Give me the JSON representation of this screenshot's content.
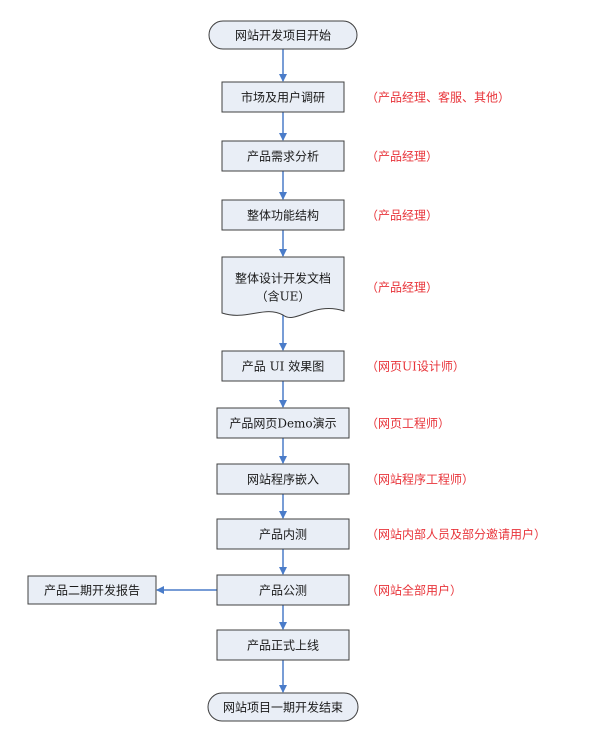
{
  "colors": {
    "box_fill": "#e9eef6",
    "box_stroke": "#404040",
    "arrow": "#4a7cc9",
    "role_text": "#e8343a"
  },
  "steps": [
    {
      "id": "start",
      "label": "网站开发项目开始",
      "shape": "terminal"
    },
    {
      "id": "research",
      "label": "市场及用户调研",
      "shape": "process",
      "role": "（产品经理、客服、其他）"
    },
    {
      "id": "requirements",
      "label": "产品需求分析",
      "shape": "process",
      "role": "（产品经理）"
    },
    {
      "id": "structure",
      "label": "整体功能结构",
      "shape": "process",
      "role": "（产品经理）"
    },
    {
      "id": "design-doc",
      "label": "整体设计开发文档",
      "label2": "（含UE）",
      "shape": "document",
      "role": "（产品经理）"
    },
    {
      "id": "ui",
      "label": "产品 UI 效果图",
      "shape": "process",
      "role": "（网页UI设计师）"
    },
    {
      "id": "demo",
      "label": "产品网页Demo演示",
      "shape": "process",
      "role": "（网页工程师）"
    },
    {
      "id": "embed",
      "label": "网站程序嵌入",
      "shape": "process",
      "role": "（网站程序工程师）"
    },
    {
      "id": "internal-test",
      "label": "产品内测",
      "shape": "process",
      "role": "（网站内部人员及部分邀请用户）"
    },
    {
      "id": "public-test",
      "label": "产品公测",
      "shape": "process",
      "role": "（网站全部用户）"
    },
    {
      "id": "launch",
      "label": "产品正式上线",
      "shape": "process"
    },
    {
      "id": "end",
      "label": "网站项目一期开发结束",
      "shape": "terminal"
    }
  ],
  "side_node": {
    "label": "产品二期开发报告",
    "from": "public-test"
  }
}
